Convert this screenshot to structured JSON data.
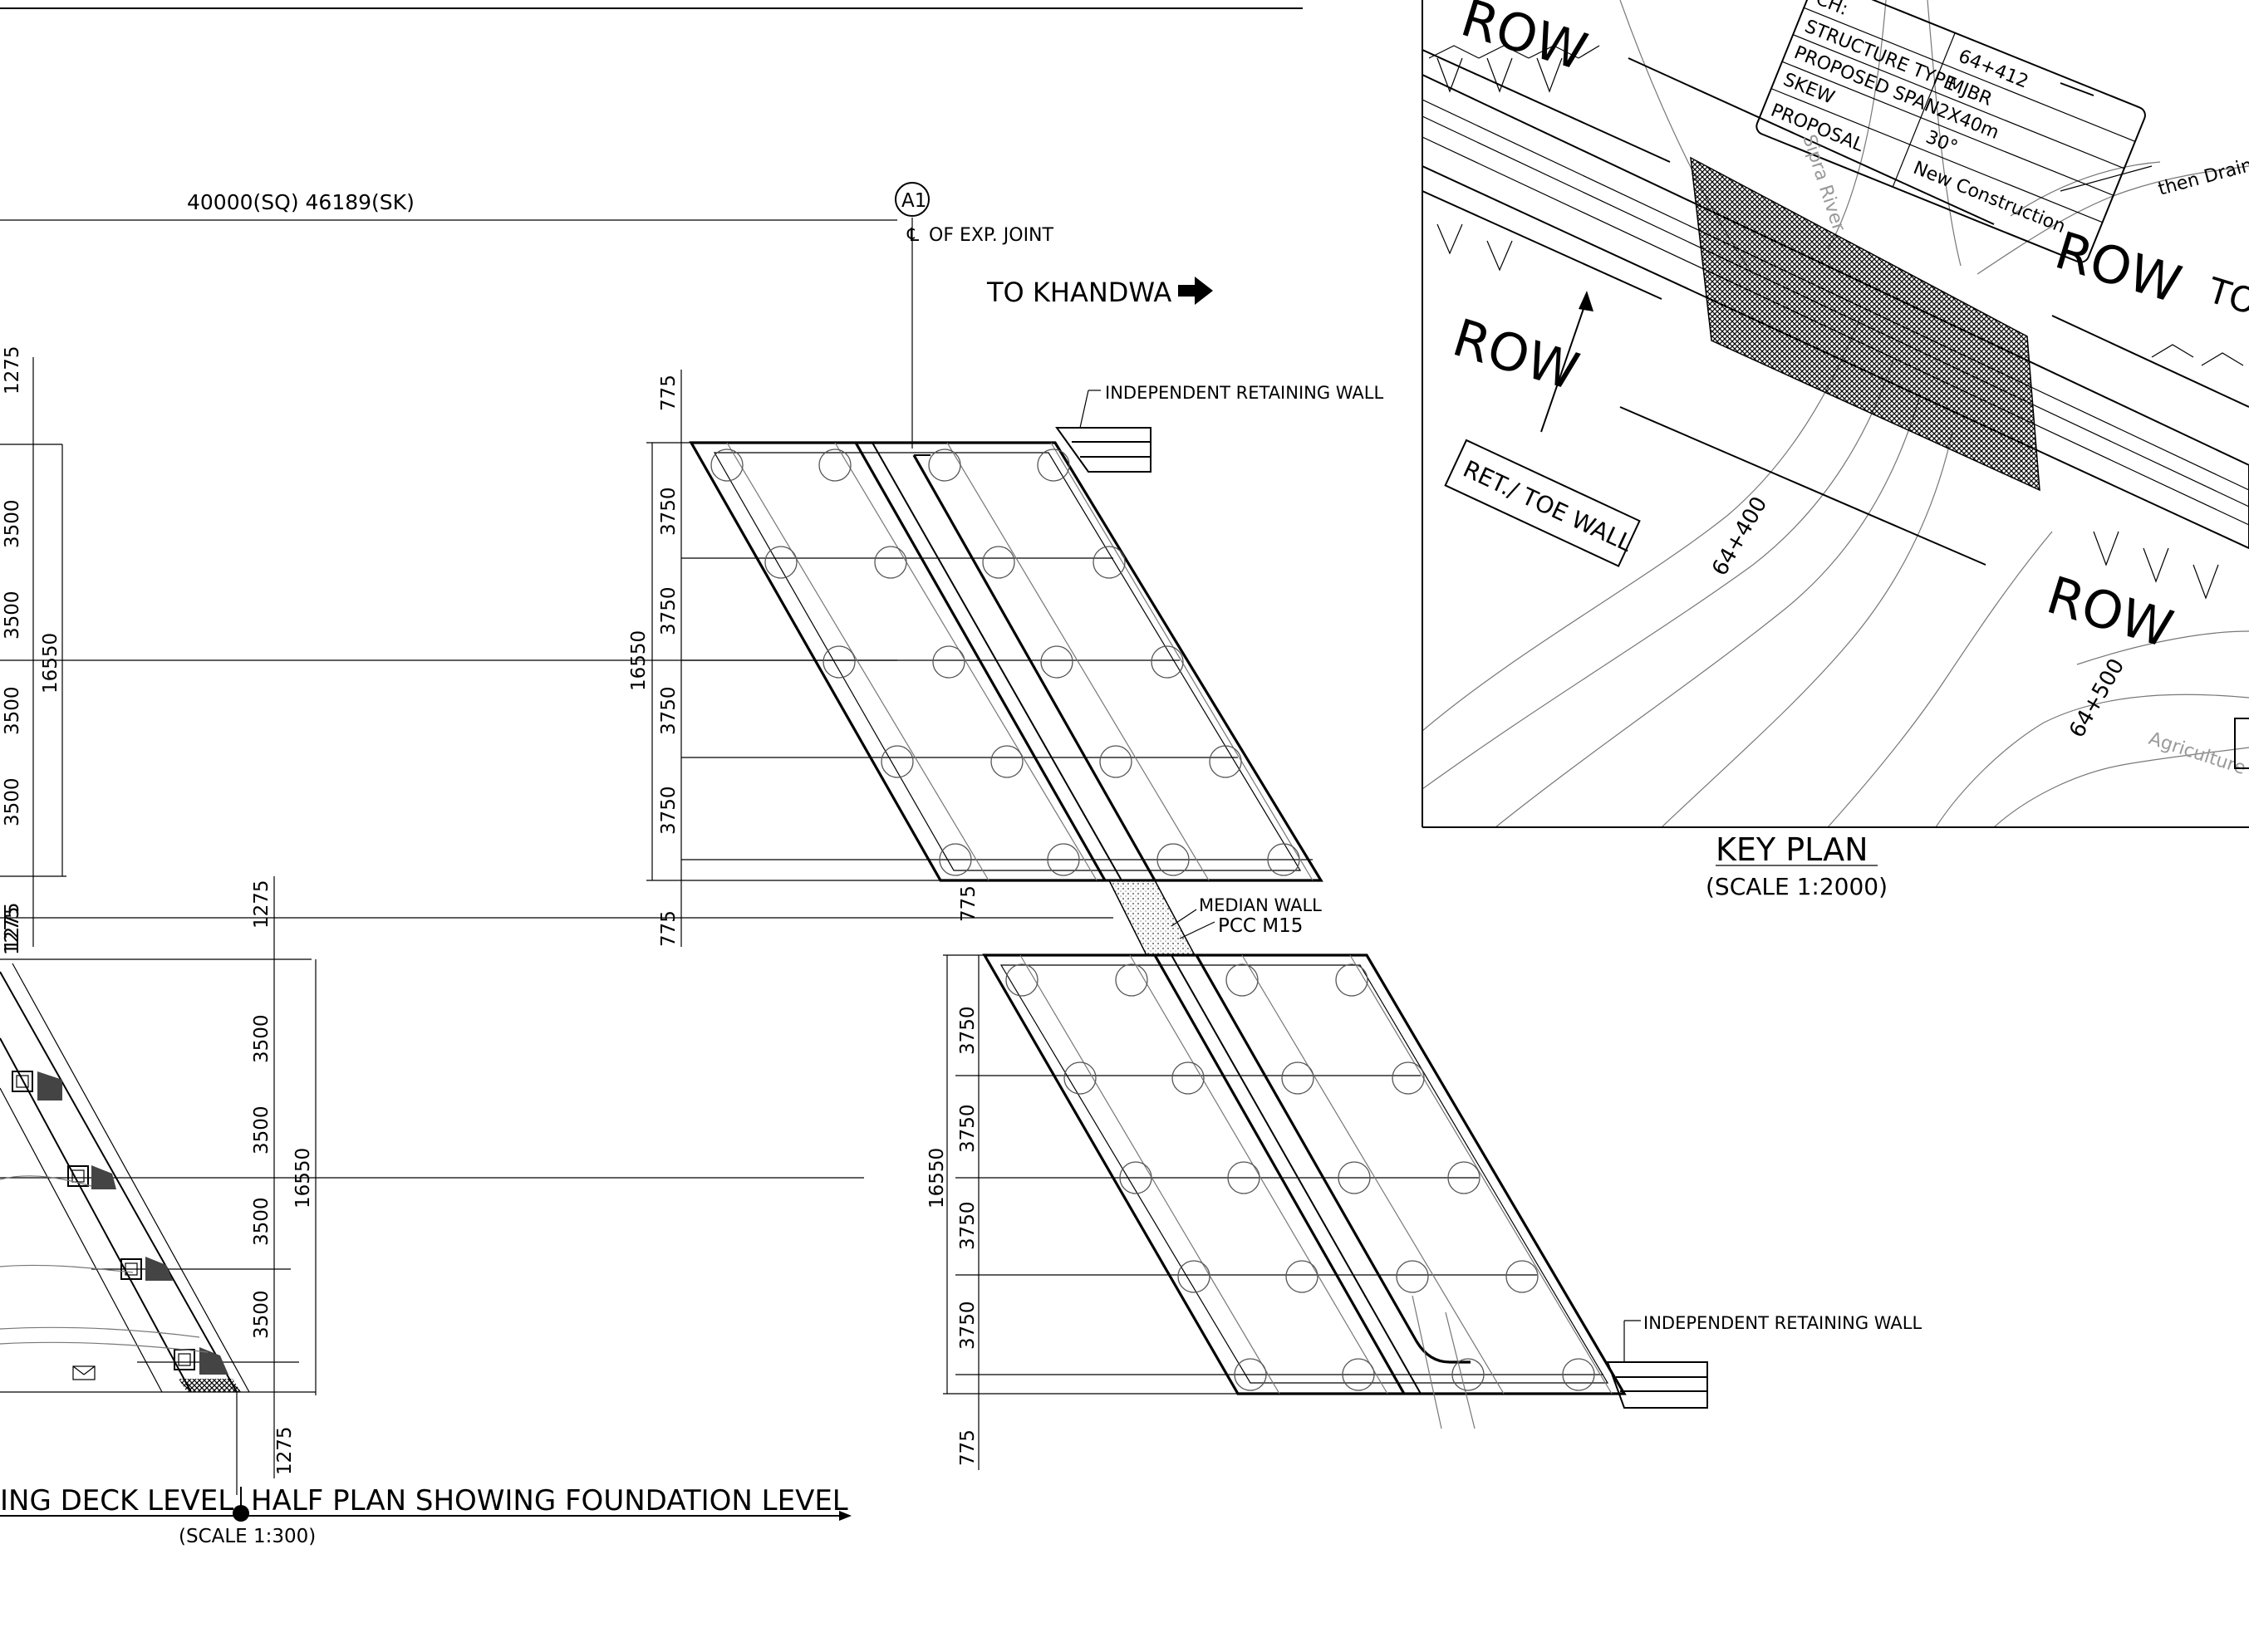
{
  "top_plan": {
    "span_dimension": "40000(SQ) 46189(SK)",
    "axis_marker": "A1",
    "axis_note": "OF EXP. JOINT",
    "direction_label": "TO KHANDWA",
    "retaining_wall_label": "INDEPENDENT RETAINING WALL",
    "dims_left": [
      "1275",
      "3500",
      "3500",
      "3500",
      "3500",
      "16550",
      "1275"
    ],
    "dims_upper": [
      "775",
      "3750",
      "3750",
      "3750",
      "3750",
      "16550",
      "775"
    ]
  },
  "median": {
    "label": "MEDIAN WALL",
    "material": "PCC M15",
    "dim": "775"
  },
  "lower_plan": {
    "dims_left": [
      "1275",
      "3500",
      "3500",
      "3500",
      "3500",
      "16550",
      "1275"
    ],
    "dims_right": [
      "3750",
      "3750",
      "3750",
      "3750",
      "16550",
      "775"
    ],
    "retaining_wall_label": "INDEPENDENT RETAINING WALL"
  },
  "titles": {
    "deck_title": "ING DECK LEVEL",
    "foundation_title": "HALF PLAN SHOWING FOUNDATION LEVEL",
    "plan_scale": "(SCALE 1:300)"
  },
  "key_plan": {
    "title": "KEY PLAN",
    "scale": "(SCALE 1:2000)",
    "table": [
      {
        "label": "CH:",
        "value": "64+412"
      },
      {
        "label": "STRUCTURE TYPE",
        "value": "MJBR"
      },
      {
        "label": "PROPOSED SPAN",
        "value": "2X40m"
      },
      {
        "label": "SKEW",
        "value": "30°"
      },
      {
        "label": "PROPOSAL",
        "value": "New Construction"
      }
    ],
    "row_labels": [
      "ROW",
      "ROW",
      "ROW",
      "ROW"
    ],
    "ret_wall_label": "RET./ TOE WALL",
    "chainages": [
      "64+400",
      "64+500"
    ],
    "river_label": "Sipra River",
    "drain_label": "then Drain",
    "agri_label": "Agriculture",
    "to_label": "TO"
  }
}
